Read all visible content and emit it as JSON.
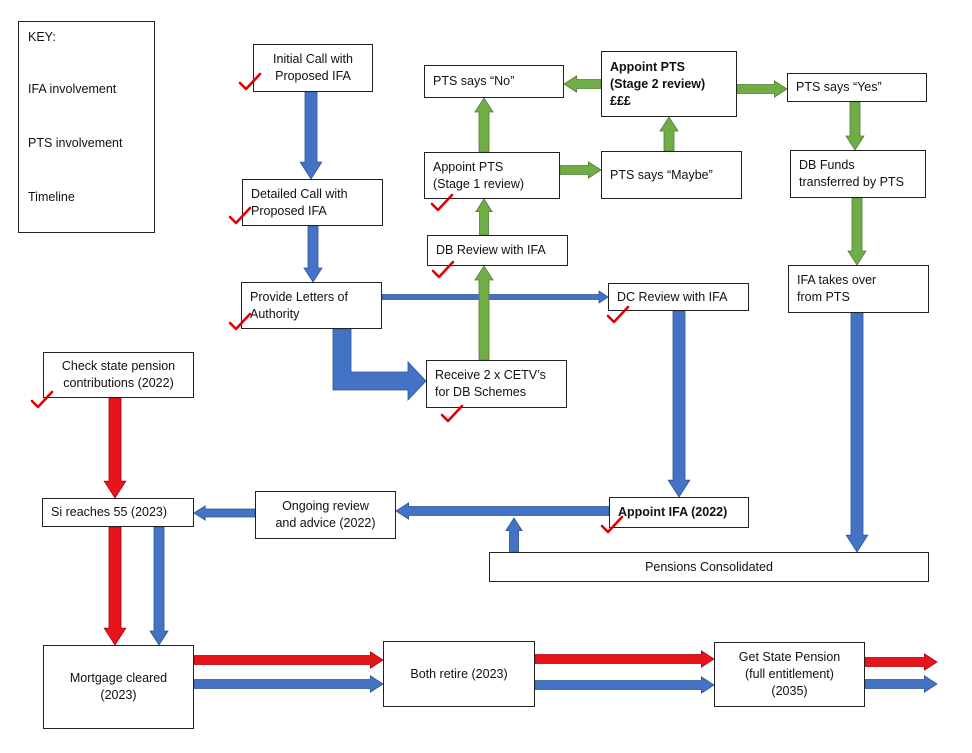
{
  "key": {
    "title": "KEY:",
    "items": [
      {
        "label": "IFA involvement",
        "color": "#4472c4"
      },
      {
        "label": "PTS involvement",
        "color": "#70ad47"
      },
      {
        "label": "Timeline",
        "color": "#e8141b"
      }
    ]
  },
  "colors": {
    "ifa": "#4472c4",
    "pts": "#70ad47",
    "timeline": "#e8141b",
    "tick": "#e00000"
  },
  "boxes": {
    "initial_call": "Initial Call with\nProposed IFA",
    "detailed_call": "Detailed Call with\nProposed IFA",
    "letters_of_authority": "Provide Letters of\nAuthority",
    "receive_cetv": "Receive 2 x CETV’s\nfor DB Schemes",
    "db_review": "DB Review with IFA",
    "appoint_pts_stage1": "Appoint PTS\n(Stage 1 review)",
    "pts_no": "PTS says “No”",
    "appoint_pts_stage2": "Appoint PTS\n(Stage 2 review)\n£££",
    "pts_maybe": "PTS says “Maybe”",
    "pts_yes": "PTS says “Yes”",
    "db_funds_transferred": "DB Funds\ntransferred by PTS",
    "ifa_takes_over": "IFA takes over\nfrom PTS",
    "dc_review": "DC Review with IFA",
    "appoint_ifa": "Appoint IFA (2022)",
    "ongoing_review": "Ongoing review\nand advice (2022)",
    "check_state_pension": "Check state pension\ncontributions (2022)",
    "si_reaches_55": "Si reaches 55 (2023)",
    "pensions_consolidated": "Pensions Consolidated",
    "mortgage_cleared": "Mortgage cleared\n(2023)",
    "both_retire": "Both retire (2023)",
    "get_state_pension": "Get State Pension\n(full entitlement)\n(2035)"
  }
}
